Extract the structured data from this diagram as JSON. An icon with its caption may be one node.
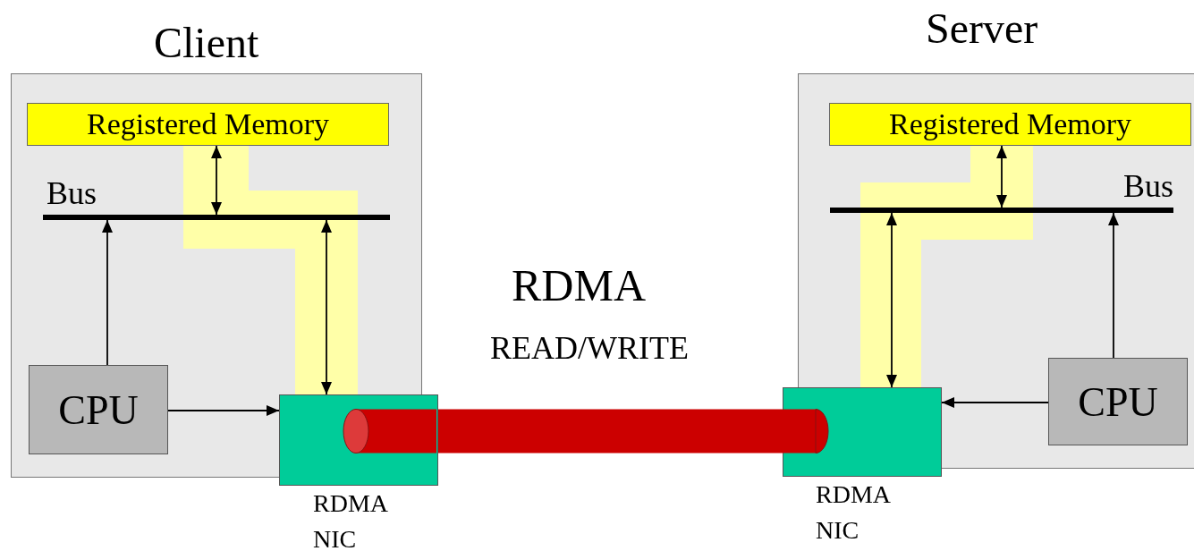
{
  "diagram": {
    "nodes": [
      {
        "text": [
          "Client"
        ]
      },
      {
        "text": [
          "Registered Memory"
        ],
        "in": 0
      },
      {
        "text": [
          "Bus"
        ],
        "in": 0
      },
      {
        "text": [
          "CPU"
        ],
        "in": 0
      },
      {
        "text": [
          "RDMA NIC"
        ]
      },
      {
        "text": [
          "Server"
        ]
      },
      {
        "text": [
          "Registered Memory"
        ],
        "in": 5
      },
      {
        "text": [
          "Bus"
        ],
        "in": 5
      },
      {
        "text": [
          "CPU"
        ],
        "in": 5
      },
      {
        "text": [
          "RDMA NIC"
        ]
      }
    ],
    "edges": [
      {
        "from": 1,
        "to": 2,
        "arrow": "both"
      },
      {
        "from": 2,
        "to": 4,
        "arrow": "both"
      },
      {
        "from": 3,
        "to": 2,
        "arrow": "to"
      },
      {
        "from": 3,
        "to": 4,
        "arrow": "to"
      },
      {
        "from": 6,
        "to": 7,
        "arrow": "both"
      },
      {
        "from": 7,
        "to": 9,
        "arrow": "both"
      },
      {
        "from": 8,
        "to": 7,
        "arrow": "to"
      },
      {
        "from": 8,
        "to": 9,
        "arrow": "to"
      },
      {
        "from": 4,
        "to": 9,
        "arrow": "none",
        "style": "thick",
        "color": "#cc0000"
      }
    ],
    "labels": [
      "RDMA",
      "READ/WRITE"
    ]
  }
}
